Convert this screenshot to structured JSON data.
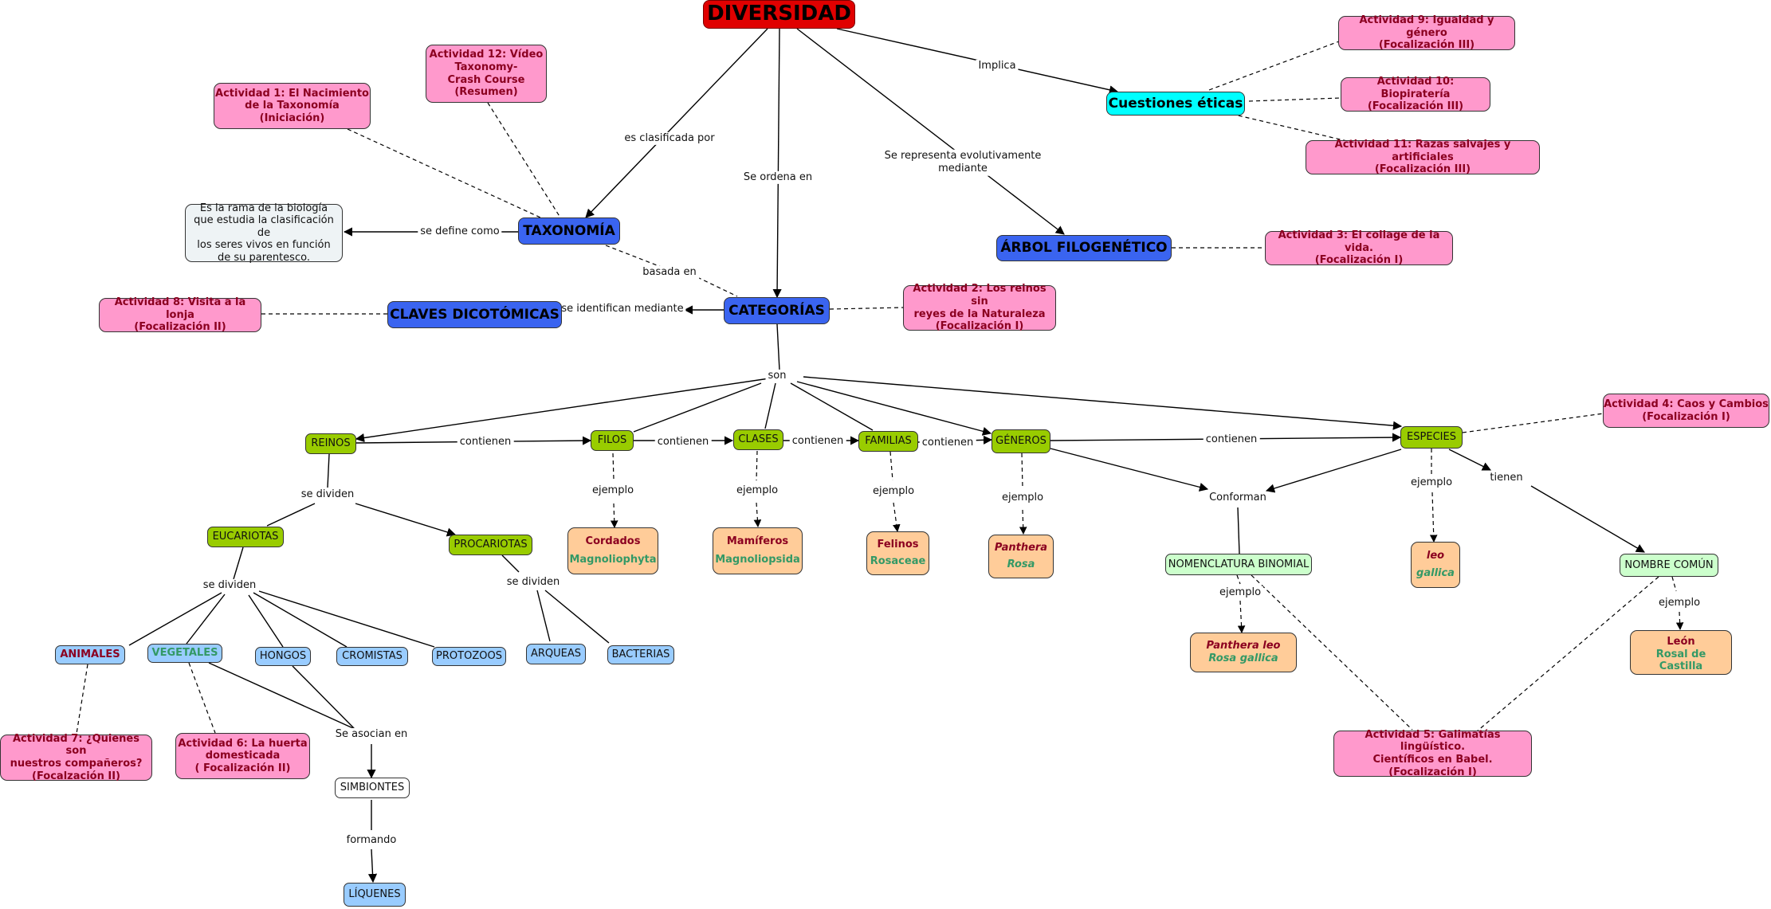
{
  "colors": {
    "root": "#e00000",
    "main_concept": "#3a64f0",
    "ethics": "#00ffff",
    "activity": "#ff99cc",
    "category": "#99cc00",
    "example": "#ffcc99",
    "light_blue": "#99ccff",
    "light_green": "#ccffcc",
    "activity_text": "#8b0020",
    "example_green_text": "#339966"
  },
  "nodes": {
    "diversidad": "DIVERSIDAD",
    "taxonomia": "TAXONOMÍA",
    "categorias": "CATEGORÍAS",
    "claves": "CLAVES DICOTÓMICAS",
    "arbol": "ÁRBOL FILOGENÉTICO",
    "cuestiones": "Cuestiones éticas",
    "definicion": "Es la rama de la biología\nque estudia la clasificación de\nlos seres vivos en función\nde su parentesco.",
    "reinos": "REINOS",
    "filos": "FILOS",
    "clases": "CLASES",
    "familias": "FAMILIAS",
    "generos": "GÉNEROS",
    "especies": "ESPECIES",
    "eucariotas": "EUCARIOTAS",
    "procariotas": "PROCARIOTAS",
    "animales": "ANIMALES",
    "vegetales": "VEGETALES",
    "hongos": "HONGOS",
    "cromistas": "CROMISTAS",
    "protozoos": "PROTOZOOS",
    "arqueas": "ARQUEAS",
    "bacterias": "BACTERIAS",
    "simbiontes": "SIMBIONTES",
    "liquenes": "LÍQUENES",
    "nomenclatura": "NOMENCLATURA BINOMIAL",
    "nombre_comun": "NOMBRE COMÚN"
  },
  "examples": {
    "filos": [
      "Cordados",
      "Magnoliophyta"
    ],
    "clases": [
      "Mamíferos",
      "Magnoliopsida"
    ],
    "familias": [
      "Felinos",
      "Rosaceae"
    ],
    "generos": [
      "Panthera",
      "Rosa"
    ],
    "especies": [
      "leo",
      "gallica"
    ],
    "nomenclatura": [
      "Panthera leo",
      "Rosa gallica"
    ],
    "nombre_comun": [
      "León",
      "Rosal de Castilla"
    ]
  },
  "activities": {
    "a1": "Actividad 1: El Nacimiento\nde la Taxonomía\n(Iniciación)",
    "a2": "Actividad 2: Los reinos sin\nreyes de la Naturaleza\n(Focalización I)",
    "a3": "Actividad 3: El collage de la vida.\n(Focalización I)",
    "a4": "Actividad 4: Caos y Cambios\n(Focalización I)",
    "a5": "Actividad 5: Galimatías lingüístico.\nCientíficos en Babel.\n(Focalización I)",
    "a6": "Actividad 6: La huerta\ndomesticada\n( Focalización II)",
    "a7": "Actividad 7: ¿Quienes son\nnuestros compañeros?\n(Focalzación II)",
    "a8": "Actividad 8: Visita a la lonja\n(Focalización II)",
    "a9": "Actividad 9: Igualdad y género\n(Focalización III)",
    "a10": "Actividad 10: Biopiratería\n(Focalización III)",
    "a11": "Actividad 11: Razas salvajes y artificiales\n(Focalización III)",
    "a12": "Actividad 12: Vídeo\nTaxonomy-\nCrash Course\n(Resumen)"
  },
  "links": {
    "clasificada": "es clasificada por",
    "ordena": "Se ordena en",
    "representa": "Se representa evolutivamente\nmediante",
    "implica": "Implica",
    "define": "se define como",
    "basada": "basada en",
    "identifican": "se identifican mediante",
    "son": "son",
    "contienen1": "contienen",
    "contienen2": "contienen",
    "contienen3": "contienen",
    "contienen4": "contienen",
    "contienen5": "contienen",
    "dividen1": "se dividen",
    "dividen2": "se dividen",
    "dividen3": "se dividen",
    "asocian": "Se asocian en",
    "formando": "formando",
    "ejemplo_filos": "ejemplo",
    "ejemplo_clases": "ejemplo",
    "ejemplo_familias": "ejemplo",
    "ejemplo_generos": "ejemplo",
    "ejemplo_especies": "ejemplo",
    "ejemplo_nomen": "ejemplo",
    "ejemplo_comun": "ejemplo",
    "conforman": "Conforman",
    "tienen": "tienen"
  }
}
